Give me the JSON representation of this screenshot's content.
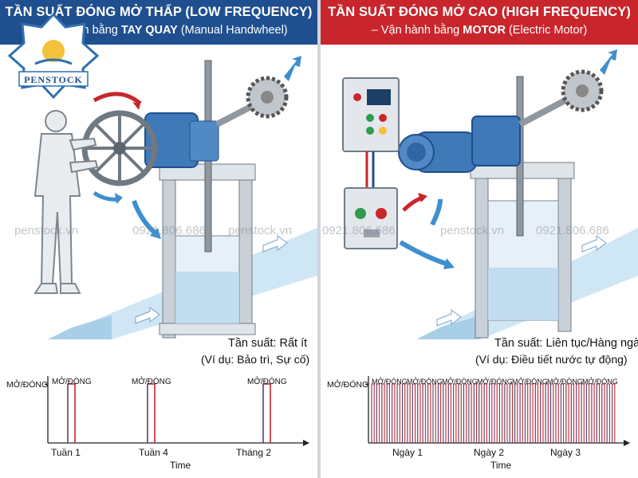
{
  "left": {
    "title": "TẦN SUẤT ĐÓNG MỞ THẤP (LOW FREQUENCY)",
    "subtitle_prefix": "– Vận hành bằng ",
    "subtitle_bold": "TAY QUAY",
    "subtitle_suffix": " (Manual Handwheel)",
    "frequency_note": "Tần suất: Rất ít",
    "example_note": "(Ví dụ: Bảo trì, Sự cố)"
  },
  "right": {
    "title": "TẦN SUẤT ĐÓNG MỞ CAO (HIGH FREQUENCY)",
    "subtitle_prefix": "– Vận hành bằng ",
    "subtitle_bold": "MOTOR",
    "subtitle_suffix": " (Electric Motor)",
    "frequency_note": "Tần suất: Liên tục/Hàng ngày",
    "example_note": "(Ví dụ: Điều tiết nước tự động)"
  },
  "logo": {
    "text": "PENSTOCK"
  },
  "watermarks": [
    "penstock.vn",
    "0921.806.686",
    "penstock.vn",
    "0921.806.686",
    "penstock.vn",
    "0921.806.686"
  ],
  "colors": {
    "left_header": "#1f4f8f",
    "right_header": "#c8262c",
    "gate_blue": "#3f79b8",
    "water": "#b9dbf2",
    "pulse": "#c8262c"
  },
  "chart_data": [
    {
      "type": "line",
      "title": "",
      "ylabel": "MỞ/ĐÓNG",
      "xlabel": "Time",
      "x_ticks": [
        "Tuần 1",
        "Tuần 4",
        "Tháng 2"
      ],
      "pulse_label": "MỞ/ĐÓNG",
      "pulses": [
        0.12,
        0.47,
        0.95
      ],
      "pulse_width": 0.03,
      "ylim": [
        0,
        1
      ]
    },
    {
      "type": "line",
      "title": "",
      "ylabel": "MỞ/ĐÓNG",
      "xlabel": "Time",
      "x_ticks": [
        "Ngày 1",
        "Ngày 2",
        "Ngày 3"
      ],
      "pulse_label": "MỞ/ĐÓNG",
      "pulse_label_count": 7,
      "pulse_count": 48,
      "ylim": [
        0,
        1
      ]
    }
  ]
}
